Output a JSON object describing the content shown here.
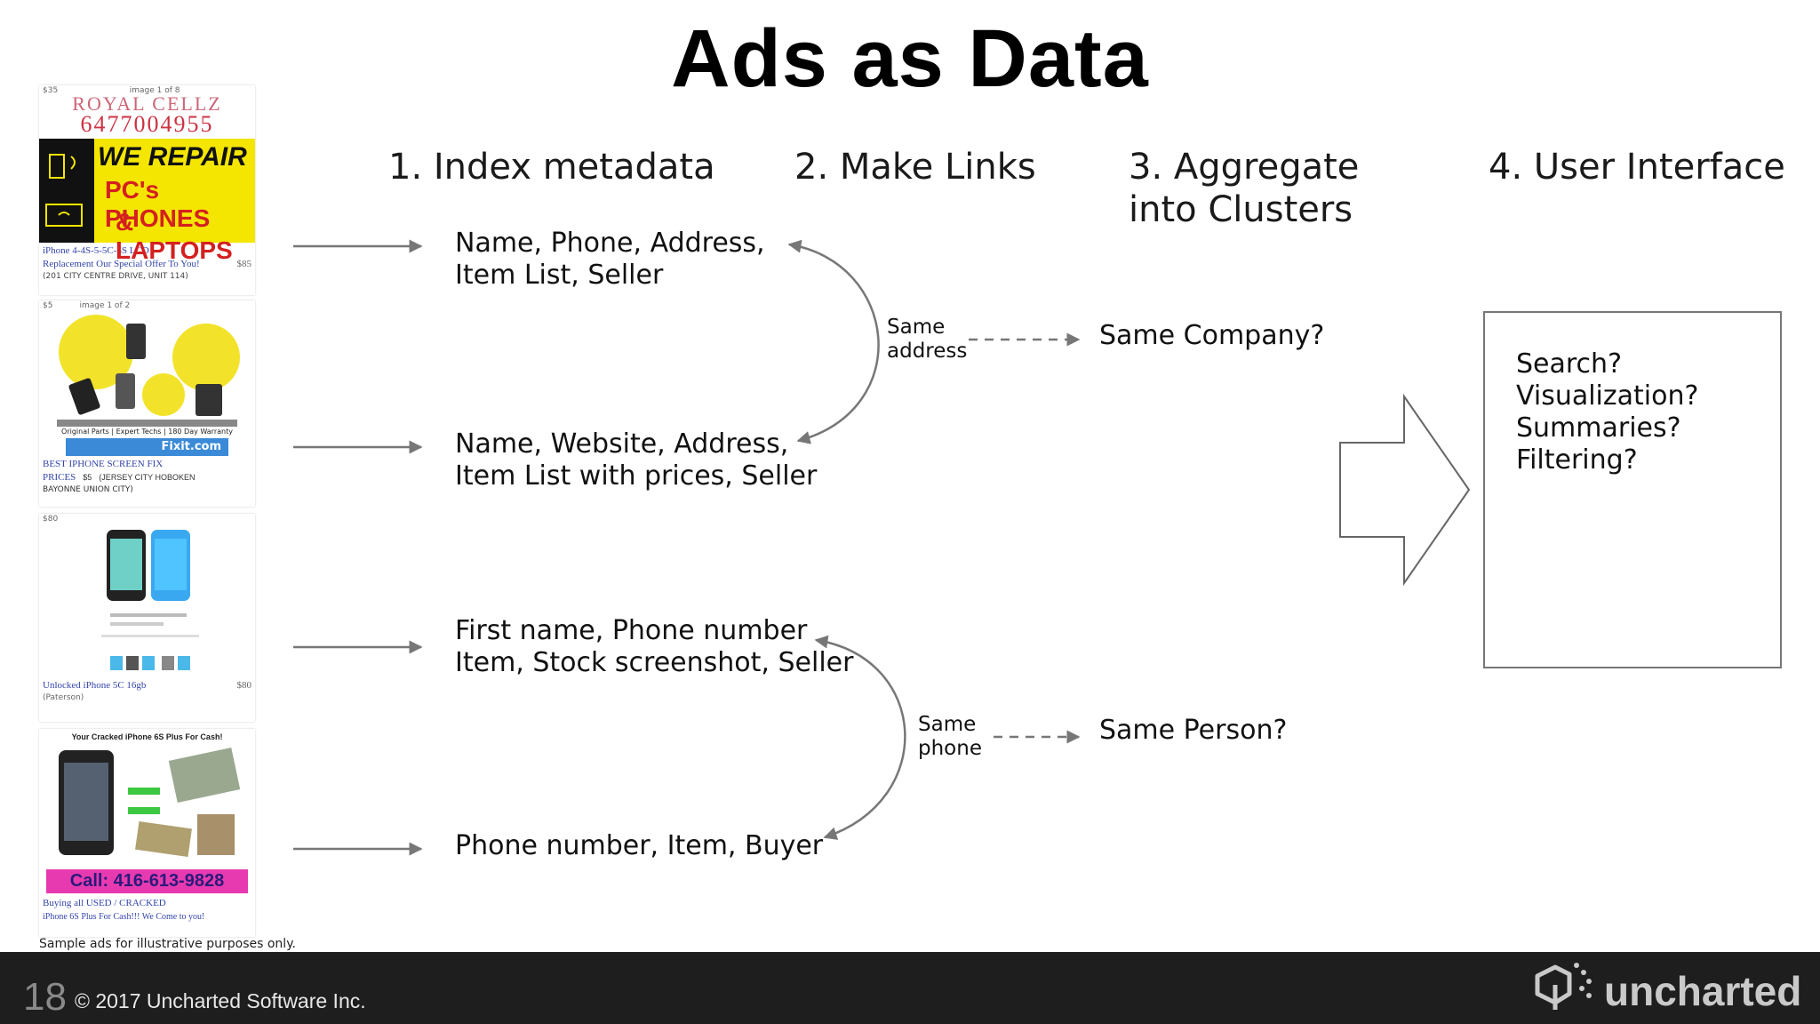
{
  "slide": {
    "title": "Ads as Data",
    "columns": [
      "1. Index metadata",
      "2. Make Links",
      "3. Aggregate\ninto Clusters",
      "4. User Interface"
    ],
    "ads": [
      {
        "price": "$35",
        "counter": "image 1 of 8",
        "header": "ROYAL CELLZ",
        "phone": "6477004955",
        "line1": "WE REPAIR",
        "line2": "PC's PHONES",
        "line3": "& LAPTOPS",
        "caption1": "iPhone 4-4S-5-5C-5S LCD",
        "caption2": "Replacement Our Special Offer To You!",
        "price2": "$85",
        "caption3": "(201 CITY CENTRE DRIVE, UNIT 114)"
      },
      {
        "price": "$5",
        "counter": "image 1 of 2",
        "banner": "Original Parts | Expert Techs | 180 Day Warranty",
        "brand": "Fixit.com",
        "caption1": "BEST IPHONE SCREEN FIX",
        "caption2": "PRICES",
        "price2": "$5",
        "caption3": "(JERSEY CITY HOBOKEN",
        "caption4": "BAYONNE UNION CITY)"
      },
      {
        "price": "$80",
        "caption1": "Unlocked iPhone 5C 16gb",
        "price2": "$80",
        "caption2": "(Paterson)"
      },
      {
        "heading": "Your Cracked iPhone 6S Plus For Cash!",
        "call": "Call: 416-613-9828",
        "caption1": "Buying all USED / CRACKED",
        "caption2": "iPhone 6S Plus For Cash!!! We Come to you!"
      }
    ],
    "metadata": [
      "Name, Phone, Address,\nItem List, Seller",
      "Name, Website, Address,\nItem List with prices, Seller",
      "First name, Phone number\nItem, Stock screenshot, Seller",
      "Phone number, Item, Buyer"
    ],
    "links": [
      "Same\naddress",
      "Same\nphone"
    ],
    "clusters": [
      "Same Company?",
      "Same Person?"
    ],
    "ui_options": [
      "Search?",
      "Visualization?",
      "Summaries?",
      "Filtering?"
    ],
    "disclaimer": "Sample ads for illustrative purposes only.",
    "page_number": "18",
    "copyright": "© 2017 Uncharted Software Inc.",
    "brand": "uncharted"
  },
  "colors": {
    "arrow": "#777777",
    "footer_bg": "#1e1e1e",
    "call_bg": "#e83ab0",
    "repair_bg": "#f4e600"
  }
}
